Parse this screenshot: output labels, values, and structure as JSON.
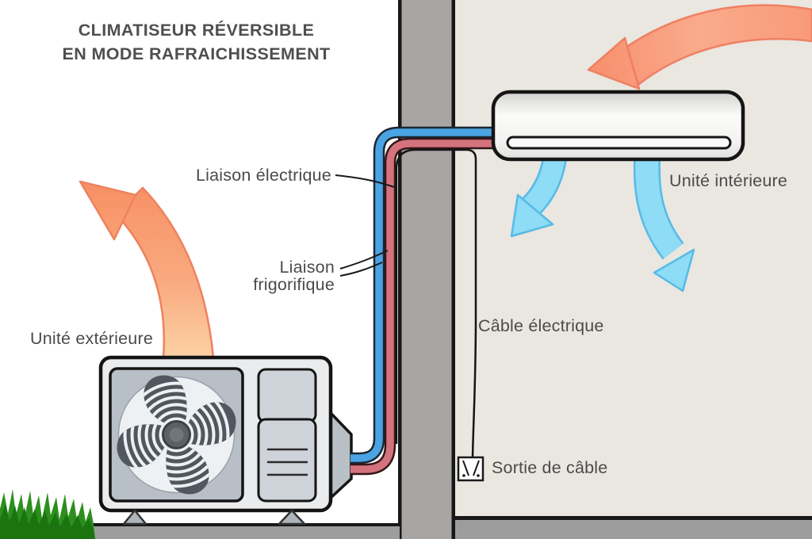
{
  "diagram": {
    "title_line1": "CLIMATISEUR RÉVERSIBLE",
    "title_line2": "EN MODE RAFRAICHISSEMENT",
    "labels": {
      "liaison_electrique": "Liaison électrique",
      "liaison_frigorifique_l1": "Liaison",
      "liaison_frigorifique_l2": "frigorifique",
      "unite_exterieure": "Unité extérieure",
      "unite_interieure": "Unité intérieure",
      "cable_electrique": "Câble électrique",
      "sortie_de_cable": "Sortie de câble"
    },
    "colors": {
      "warm_air": "#f89d7d",
      "cool_air": "#8edcf5",
      "pipe_frigorific_blue": "#4aa3e2",
      "pipe_frigorific_red": "#d4737d",
      "electric_cable": "#151515",
      "wall": "#a8a5a2",
      "interior_wall": "#eae6e0",
      "ground": "#9d9d9d",
      "grass": "#2c8f1d",
      "text": "#4b4b4b"
    }
  }
}
